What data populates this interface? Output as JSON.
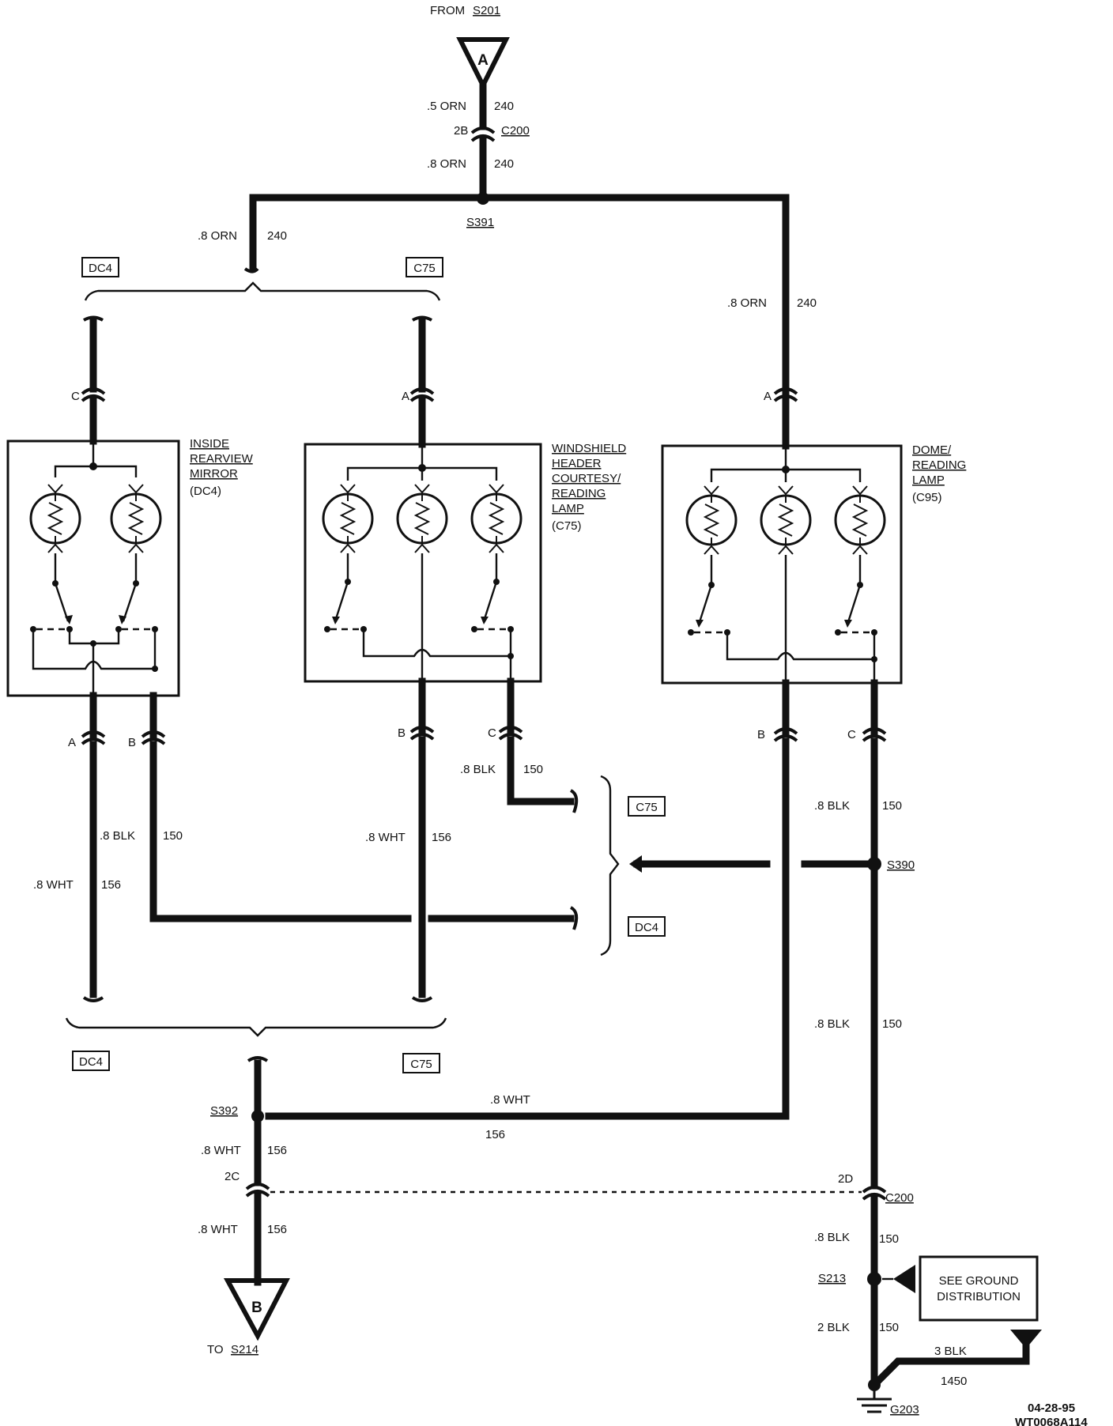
{
  "top": {
    "from_label": "FROM",
    "from_splice": "S201",
    "connector": "A"
  },
  "wires": {
    "w240_a": {
      "gauge": ".5 ORN",
      "circuit": "240"
    },
    "c200_top": {
      "pin": "2B",
      "name": "C200"
    },
    "w240_b": {
      "gauge": ".8 ORN",
      "circuit": "240"
    },
    "s391": "S391",
    "w240_left": {
      "gauge": ".8 ORN",
      "circuit": "240"
    },
    "w240_right": {
      "gauge": ".8 ORN",
      "circuit": "240"
    }
  },
  "option_tags": {
    "dc4": "DC4",
    "c75": "C75"
  },
  "components": {
    "mirror": {
      "title": "INSIDE REARVIEW MIRROR",
      "l1": "INSIDE",
      "l2": "REARVIEW",
      "l3": "MIRROR",
      "ref": "(DC4)",
      "pin_top": "C",
      "pin_a": "A",
      "pin_b": "B"
    },
    "courtesy": {
      "l1": "WINDSHIELD",
      "l2": "HEADER",
      "l3": "COURTESY/",
      "l4": "READING",
      "l5": "LAMP",
      "ref": "(C75)",
      "pin_top": "A",
      "pin_b": "B",
      "pin_c": "C"
    },
    "dome": {
      "l1": "DOME/",
      "l2": "READING",
      "l3": "LAMP",
      "ref": "(C95)",
      "pin_top": "A",
      "pin_b": "B",
      "pin_c": "C"
    }
  },
  "lower": {
    "blk150_c75": {
      "gauge": ".8 BLK",
      "circuit": "150"
    },
    "blk150_mirror": {
      "gauge": ".8 BLK",
      "circuit": "150"
    },
    "wht156_c75": {
      "gauge": ".8 WHT",
      "circuit": "156"
    },
    "wht156_mirror": {
      "gauge": ".8 WHT",
      "circuit": "156"
    },
    "blk150_dome": {
      "gauge": ".8 BLK",
      "circuit": "150"
    },
    "s390": "S390",
    "blk150_lower": {
      "gauge": ".8 BLK",
      "circuit": "150"
    },
    "s392": "S392",
    "wht156_horiz": {
      "gauge": ".8 WHT",
      "circuit": "156"
    },
    "wht156_s392": {
      "gauge": ".8 WHT",
      "circuit": "156"
    },
    "c200_left_pin": "2C",
    "c200_right_pin": "2D",
    "c200_name": "C200",
    "wht156_bottom": {
      "gauge": ".8 WHT",
      "circuit": "156"
    },
    "bottom_connector": "B",
    "to_label": "TO",
    "to_splice": "S214",
    "blk150_c200": {
      "gauge": ".8 BLK",
      "circuit": "150"
    },
    "s213": "S213",
    "ground_note_l1": "SEE GROUND",
    "ground_note_l2": "DISTRIBUTION",
    "blk150_2": {
      "gauge": "2 BLK",
      "circuit": "150"
    },
    "blk1450": {
      "gauge": "3 BLK",
      "circuit": "1450"
    },
    "g203": "G203"
  },
  "footer": {
    "date": "04-28-95",
    "code": "WT0068A114"
  }
}
